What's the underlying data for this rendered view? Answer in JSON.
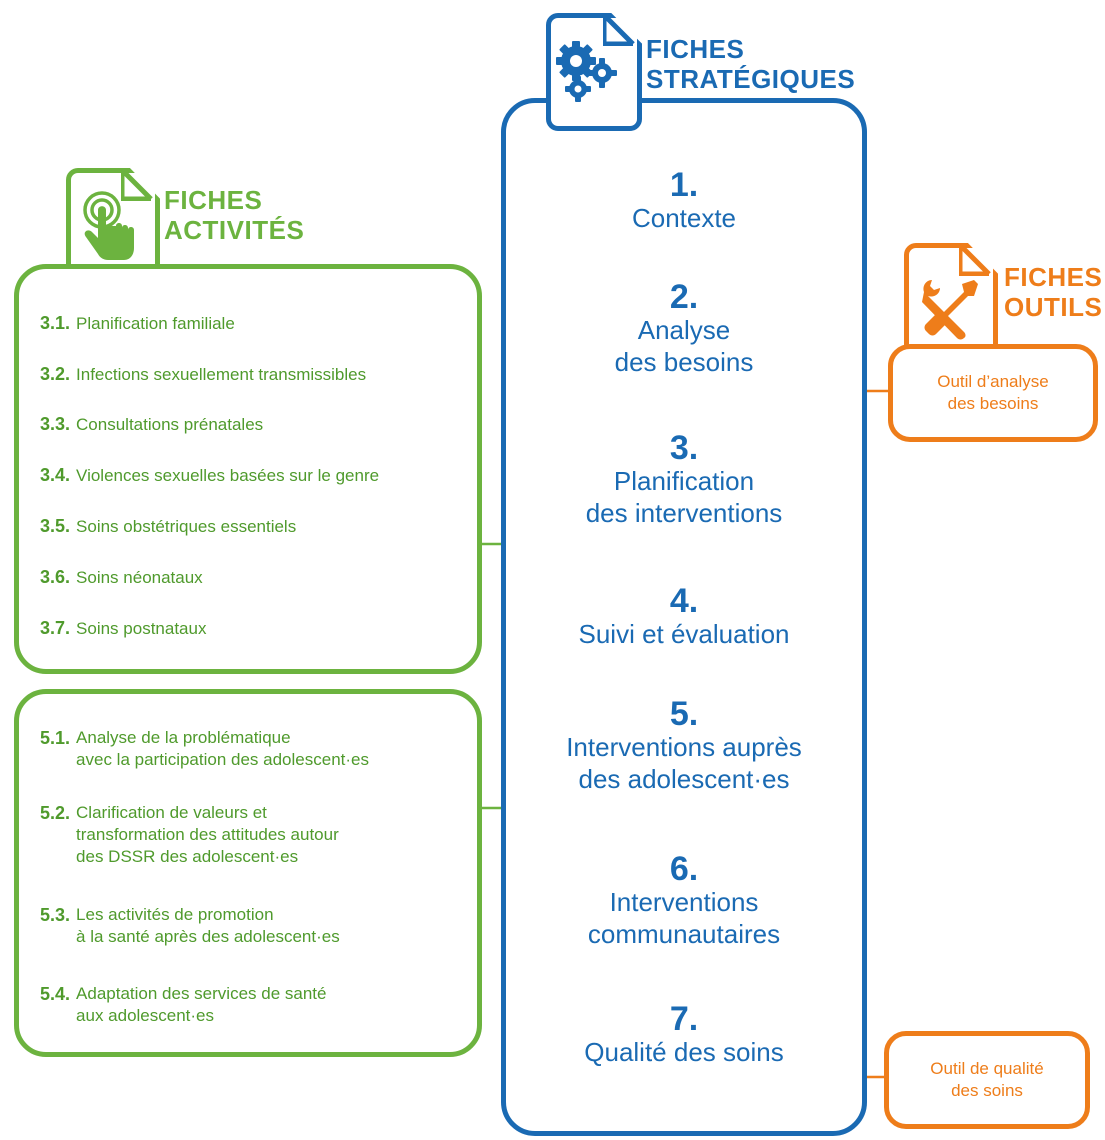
{
  "strategic": {
    "title_line1": "FICHES",
    "title_line2": "STRATÉGIQUES",
    "icon": "gears-document-icon",
    "steps": [
      {
        "num": "1.",
        "lines": [
          "Contexte"
        ]
      },
      {
        "num": "2.",
        "lines": [
          "Analyse",
          "des besoins"
        ]
      },
      {
        "num": "3.",
        "lines": [
          "Planification",
          "des interventions"
        ]
      },
      {
        "num": "4.",
        "lines": [
          "Suivi et évaluation"
        ]
      },
      {
        "num": "5.",
        "lines": [
          "Interventions auprès",
          "des adolescent·es"
        ]
      },
      {
        "num": "6.",
        "lines": [
          "Interventions",
          "communautaires"
        ]
      },
      {
        "num": "7.",
        "lines": [
          "Qualité des soins"
        ]
      }
    ]
  },
  "activities": {
    "title_line1": "FICHES",
    "title_line2": "ACTIVITÉS",
    "icon": "hand-pointer-document-icon",
    "group1": [
      {
        "num": "3.1.",
        "text": "Planification familiale"
      },
      {
        "num": "3.2.",
        "text": "Infections sexuellement transmissibles"
      },
      {
        "num": "3.3.",
        "text": "Consultations prénatales"
      },
      {
        "num": "3.4.",
        "text": "Violences sexuelles basées sur le genre"
      },
      {
        "num": "3.5.",
        "text": "Soins obstétriques essentiels"
      },
      {
        "num": "3.6.",
        "text": "Soins néonataux"
      },
      {
        "num": "3.7.",
        "text": "Soins postnataux"
      }
    ],
    "group2": [
      {
        "num": "5.1.",
        "lines": [
          "Analyse de la problématique",
          "avec la participation des adolescent·es"
        ]
      },
      {
        "num": "5.2.",
        "lines": [
          "Clarification de valeurs et",
          "transformation des attitudes autour",
          "des DSSR  des adolescent·es"
        ]
      },
      {
        "num": "5.3.",
        "lines": [
          "Les activités de promotion",
          "à la santé après  des adolescent·es"
        ]
      },
      {
        "num": "5.4.",
        "lines": [
          "Adaptation des services de santé",
          "aux adolescent·es"
        ]
      }
    ]
  },
  "tools": {
    "title_line1": "FICHES",
    "title_line2": "OUTILS",
    "icon": "wrench-screwdriver-document-icon",
    "tool1_lines": [
      "Outil d’analyse",
      "des besoins"
    ],
    "tool2_lines": [
      "Outil de qualité",
      "des soins"
    ]
  },
  "colors": {
    "strategic": "#1a6ab3",
    "activities": "#6cb33f",
    "tools": "#ee7d1a"
  }
}
